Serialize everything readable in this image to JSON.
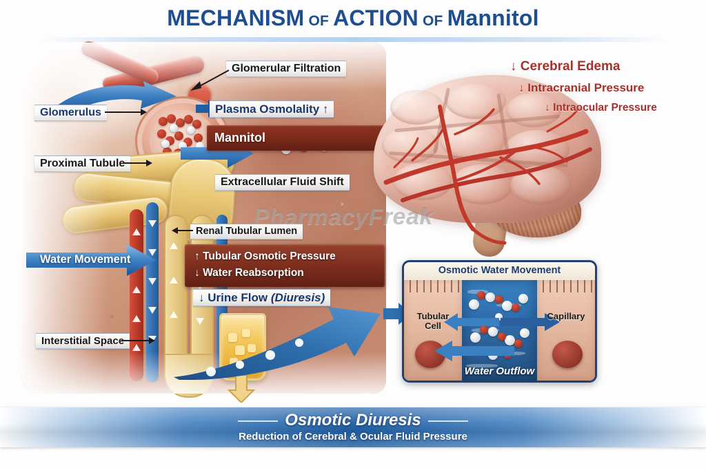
{
  "title": {
    "part1": "MECHANISM",
    "of1": "OF",
    "part2": "ACTION",
    "of2": "OF",
    "drug": "Mannitol",
    "color": "#1d4e8f"
  },
  "watermark": "PharmacyFreak",
  "kidney_labels": {
    "glomerulus": "Glomerulus",
    "proximal_tubule": "Proximal Tubule",
    "water_movement": "Water Movement",
    "interstitial_space": "Interstitial Space",
    "glomerular_filtration": "Glomerular Filtration",
    "plasma_osmolality": "Plasma Osmolality",
    "plasma_osmolality_arrow": "↑",
    "mannitol": "Mannitol",
    "extracellular_fluid_shift": "Extracellular Fluid Shift",
    "renal_tubular_lumen": "Renal Tubular Lumen",
    "tubular_osmotic_pressure": "Tubular Osmotic Pressure",
    "tubular_osmotic_pressure_arrow": "↑",
    "water_reabsorption": "Water Reabsorption",
    "water_reabsorption_arrow": "↓",
    "urine_flow": "Urine Flow",
    "urine_flow_paren": "(Diuresis)",
    "urine_flow_arrow": "↓"
  },
  "brain_effects": [
    {
      "arrow": "↓",
      "label": "Cerebral Edema"
    },
    {
      "arrow": "↓",
      "label": "Intracranial Pressure"
    },
    {
      "arrow": "↓",
      "label": "Intraocular Pressure"
    }
  ],
  "inset": {
    "title": "Osmotic Water Movement",
    "left_label_line1": "Tubular",
    "left_label_line2": "Cell",
    "right_label": "Capillary",
    "bottom_label": "Water Outflow"
  },
  "footer": {
    "main": "Osmotic Diuresis",
    "sub": "Reduction of Cerebral & Ocular Fluid Pressure"
  },
  "colors": {
    "title_blue": "#1d4e8f",
    "label_navy": "#17386e",
    "label_black": "#17181a",
    "effect_red": "#a7302a",
    "banner_blue": "#1f5fa4",
    "arrow_blue": "#2a6db5",
    "mannitol_band": "#7a2a1b",
    "urine_yellow": "#e5a524"
  }
}
